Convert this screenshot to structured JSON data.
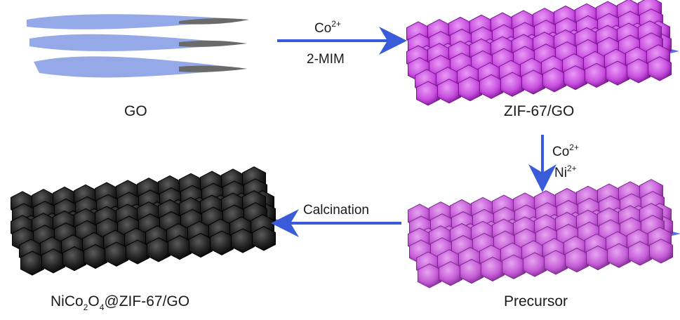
{
  "labels": {
    "go": "GO",
    "zif_go": "ZIF-67/GO",
    "precursor": "Precursor",
    "product": {
      "parts": [
        "NiCo",
        "2",
        "O",
        "4",
        "@ZIF-67/GO"
      ]
    }
  },
  "arrows": {
    "step1": {
      "ion": "Co",
      "ion_charge": "2+",
      "reagent": "2-MIM"
    },
    "step2": {
      "ion1": "Co",
      "ion1_charge": "2+",
      "ion2": "Ni",
      "ion2_charge": "2+"
    },
    "step3": {
      "text": "Calcination"
    }
  },
  "colors": {
    "arrow": "#3a5bd9",
    "go_sheet": "#8fa4e8",
    "go_edge": "#6a6a6a",
    "zif": "#c84ee0",
    "zif_dark": "#8a1fa3",
    "precursor": "#c65cd8",
    "calcined": "#1e1e1e",
    "graphene": "#3e63e6"
  }
}
